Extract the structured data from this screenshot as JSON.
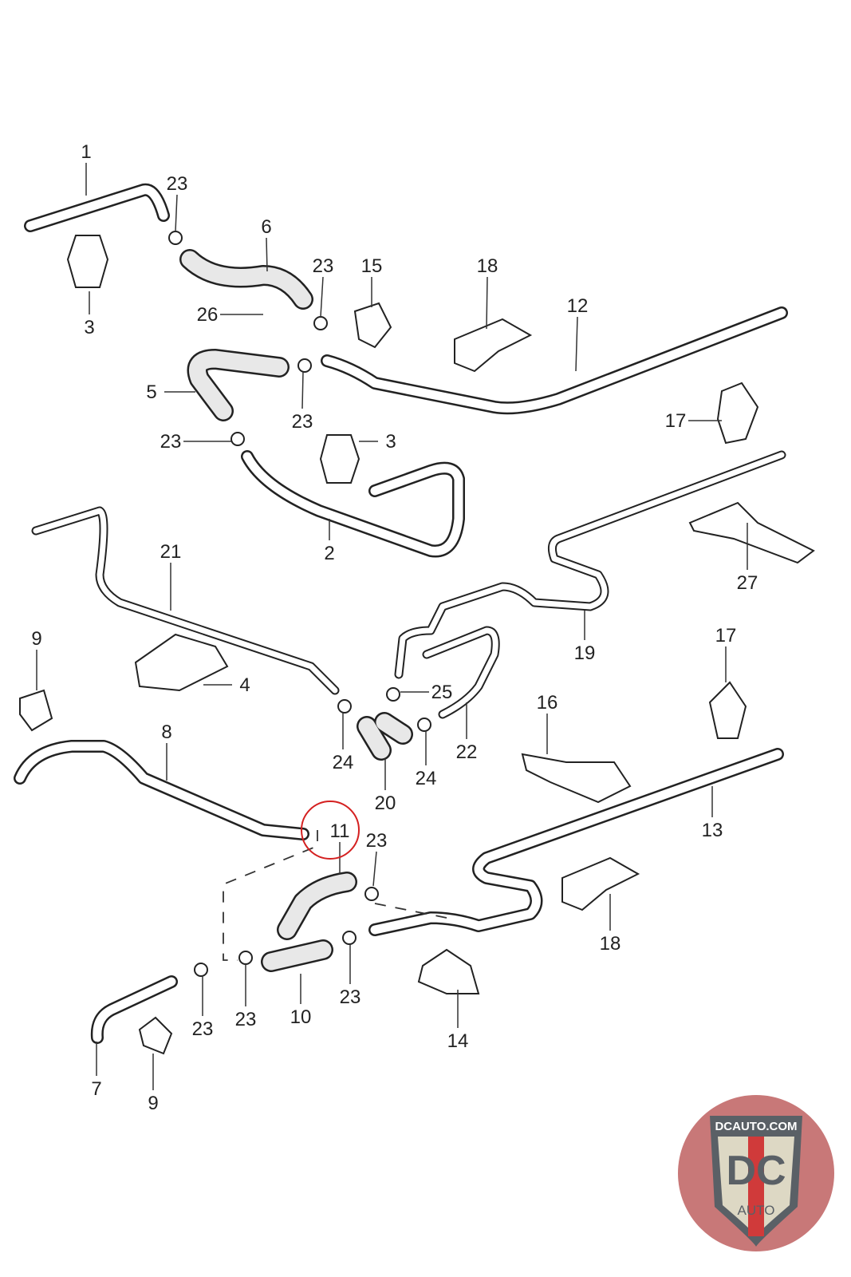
{
  "diagram": {
    "callouts": [
      "1",
      "23",
      "6",
      "23",
      "15",
      "18",
      "12",
      "3",
      "26",
      "5",
      "23",
      "17",
      "23",
      "3",
      "2",
      "21",
      "27",
      "9",
      "19",
      "17",
      "4",
      "25",
      "16",
      "8",
      "22",
      "24",
      "24",
      "20",
      "11",
      "13",
      "23",
      "18",
      "23",
      "10",
      "23",
      "23",
      "14",
      "7",
      "9"
    ],
    "highlighted_callout": "11",
    "highlight_color": "#d42020"
  },
  "logo": {
    "top_text": "DCAUTO.COM",
    "letters": "DC",
    "sub_text": "AUTO",
    "colors": {
      "shield": "#5a6066",
      "red": "#d03a3a",
      "cream": "#ddd8c4"
    }
  }
}
